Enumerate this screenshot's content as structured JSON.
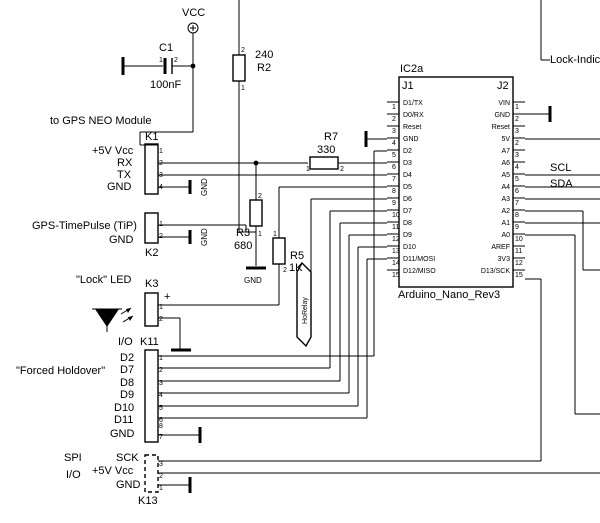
{
  "power": {
    "vcc": "VCC",
    "plus": "+"
  },
  "parts": {
    "c1": {
      "ref": "C1",
      "value": "100nF"
    },
    "r2": {
      "ref": "R2",
      "value": "240"
    },
    "r3": {
      "ref": "R3",
      "value": "680"
    },
    "r5": {
      "ref": "R5",
      "value": "1K"
    },
    "r7": {
      "ref": "R7",
      "value": "330"
    },
    "ic": {
      "name": "IC2a",
      "model": "Arduino_Nano_Rev3"
    }
  },
  "gnd_label": "GND",
  "lock_indicator": "Lock-Indic",
  "bus": {
    "label": "HoRelay"
  },
  "connectors": {
    "k1": {
      "title": "to GPS NEO Module",
      "ref": "K1",
      "pins": [
        "+5V Vcc",
        "RX",
        "TX",
        "GND"
      ]
    },
    "k2": {
      "title": "GPS-TimePulse (TiP)",
      "ref": "K2",
      "pins": [
        "GND"
      ]
    },
    "k3": {
      "title": "\"Lock\" LED",
      "ref": "K3",
      "plus": "+"
    },
    "k11": {
      "io": "I/O",
      "ref": "K11",
      "title": "\"Forced Holdover\"",
      "pins": [
        "D2",
        "D7",
        "D8",
        "D9",
        "D10",
        "D11",
        "GND"
      ]
    },
    "k13": {
      "title": "SPI",
      "io": "I/O",
      "ref": "K13",
      "pins": [
        "SCK",
        "+5V Vcc",
        "GND"
      ]
    }
  },
  "j1": {
    "ref": "J1",
    "pins": [
      {
        "n": "1",
        "label": "D1/TX"
      },
      {
        "n": "2",
        "label": "D0/RX"
      },
      {
        "n": "3",
        "label": "Reset"
      },
      {
        "n": "4",
        "label": "GND"
      },
      {
        "n": "5",
        "label": "D2"
      },
      {
        "n": "6",
        "label": "D3"
      },
      {
        "n": "7",
        "label": "D4"
      },
      {
        "n": "8",
        "label": "D5"
      },
      {
        "n": "9",
        "label": "D6"
      },
      {
        "n": "10",
        "label": "D7"
      },
      {
        "n": "11",
        "label": "D8"
      },
      {
        "n": "12",
        "label": "D9"
      },
      {
        "n": "13",
        "label": "D10"
      },
      {
        "n": "14",
        "label": "D11/MOSI"
      },
      {
        "n": "15",
        "label": "D12/MISO"
      }
    ]
  },
  "j2": {
    "ref": "J2",
    "pins": [
      {
        "n": "1",
        "label": "VIN"
      },
      {
        "n": "2",
        "label": "GND"
      },
      {
        "n": "3",
        "label": "Reset"
      },
      {
        "n": "2",
        "label": "5V"
      },
      {
        "n": "3",
        "label": "A7"
      },
      {
        "n": "4",
        "label": "A6"
      },
      {
        "n": "5",
        "label": "A5"
      },
      {
        "n": "6",
        "label": "A4"
      },
      {
        "n": "7",
        "label": "A3"
      },
      {
        "n": "8",
        "label": "A2"
      },
      {
        "n": "9",
        "label": "A1"
      },
      {
        "n": "10",
        "label": "A0"
      },
      {
        "n": "11",
        "label": "AREF"
      },
      {
        "n": "12",
        "label": "3V3"
      },
      {
        "n": "15",
        "label": "D13/SCK"
      }
    ]
  },
  "i2c": {
    "scl": "SCL",
    "sda": "SDA"
  },
  "pinnums": {
    "one": "1",
    "two": "2",
    "three": "3",
    "four": "4",
    "five": "5",
    "six": "6",
    "seven": "7",
    "eight": "8",
    "thirteen": "13"
  }
}
